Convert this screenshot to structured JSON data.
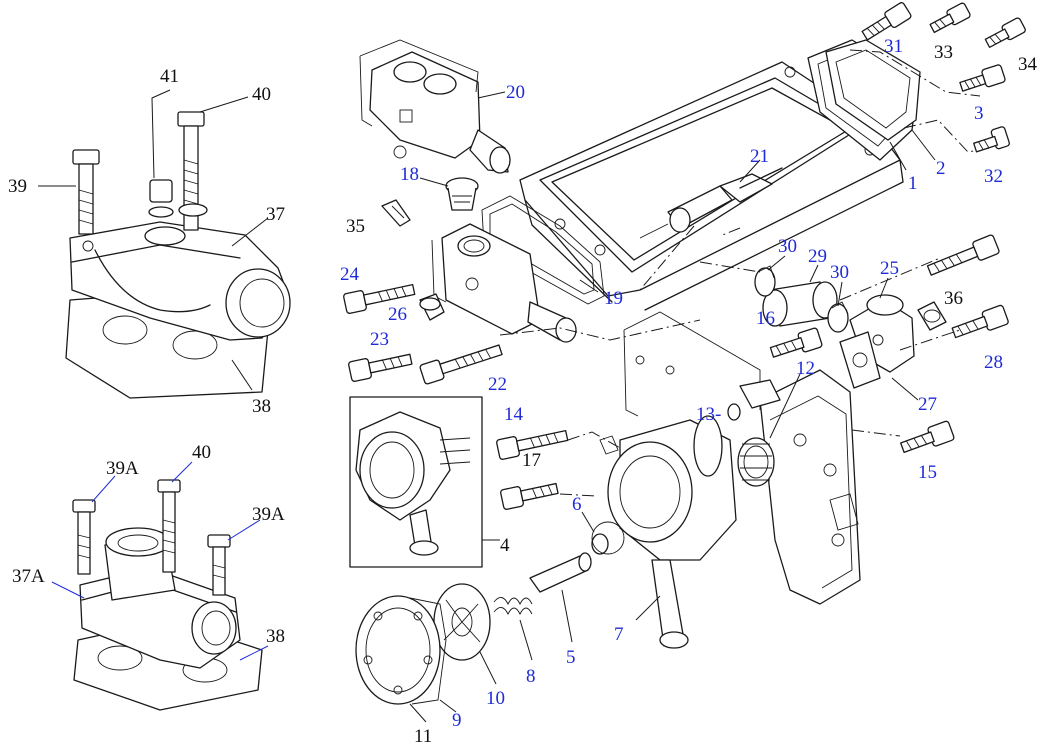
{
  "colors": {
    "background": "#ffffff",
    "line": "#1a1a1a",
    "label_black": "#111111",
    "label_blue": "#1f2bd6"
  },
  "labels": {
    "l1": "1",
    "l2": "2",
    "l3": "3",
    "l4": "4",
    "l5": "5",
    "l6": "6",
    "l7": "7",
    "l8": "8",
    "l9": "9",
    "l10": "10",
    "l11": "11",
    "l12": "12",
    "l13": "13-",
    "l14": "14",
    "l15": "15",
    "l16": "16",
    "l17": "17",
    "l18": "18",
    "l19": "19",
    "l20": "20",
    "l21": "21",
    "l22": "22",
    "l23": "23",
    "l24": "24",
    "l25": "25",
    "l26": "26",
    "l27": "27",
    "l28": "28",
    "l29": "29",
    "l30a": "30",
    "l30b": "30",
    "l31": "31",
    "l32": "32",
    "l33": "33",
    "l34": "34",
    "l35": "35",
    "l36": "36",
    "l37": "37",
    "l37a": "37A",
    "l38a": "38",
    "l38b": "38",
    "l39": "39",
    "l39a1": "39A",
    "l39a2": "39A",
    "l40a": "40",
    "l40b": "40",
    "l41": "41"
  }
}
